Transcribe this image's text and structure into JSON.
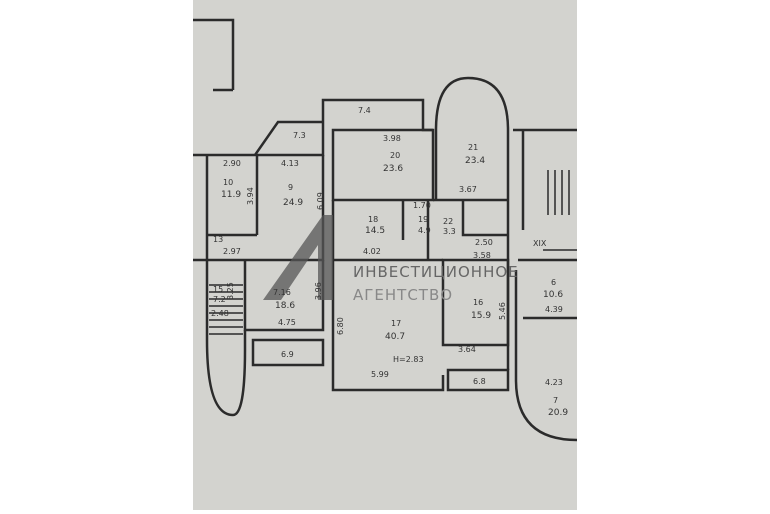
{
  "watermark": {
    "line1": "ИНВЕСТИЦИОННОЕ",
    "line2": "АГЕНТСТВО"
  },
  "rooms": [
    {
      "no": "10",
      "area": "11.9"
    },
    {
      "no": "9",
      "area": "24.9"
    },
    {
      "no": "20",
      "area": "23.6"
    },
    {
      "no": "21",
      "area": "23.4"
    },
    {
      "no": "18",
      "area": "14.5"
    },
    {
      "no": "19",
      "area": "4.9"
    },
    {
      "no": "22",
      "area": "3.3"
    },
    {
      "no": "13",
      "area": ""
    },
    {
      "no": "15",
      "area": "7.2"
    },
    {
      "no": "7.16",
      "area": "18.6"
    },
    {
      "no": "17",
      "area": "40.7"
    },
    {
      "no": "16",
      "area": "15.9"
    },
    {
      "no": "6",
      "area": "10.6"
    },
    {
      "no": "7",
      "area": "20.9"
    }
  ],
  "dims": [
    "2.90",
    "4.13",
    "3.98",
    "3.67",
    "4.02",
    "2.97",
    "4.75",
    "5.99",
    "3.64",
    "4.39",
    "4.23",
    "6.09",
    "3.94",
    "3.96",
    "6.80",
    "5.46",
    "3.25",
    "2.48",
    "1.70",
    "3.58",
    "2.50"
  ],
  "balconies": [
    "7.4",
    "7.3",
    "6.9",
    "6.8"
  ],
  "ceiling_note": "H=2.83",
  "stair_mark": "XIX"
}
